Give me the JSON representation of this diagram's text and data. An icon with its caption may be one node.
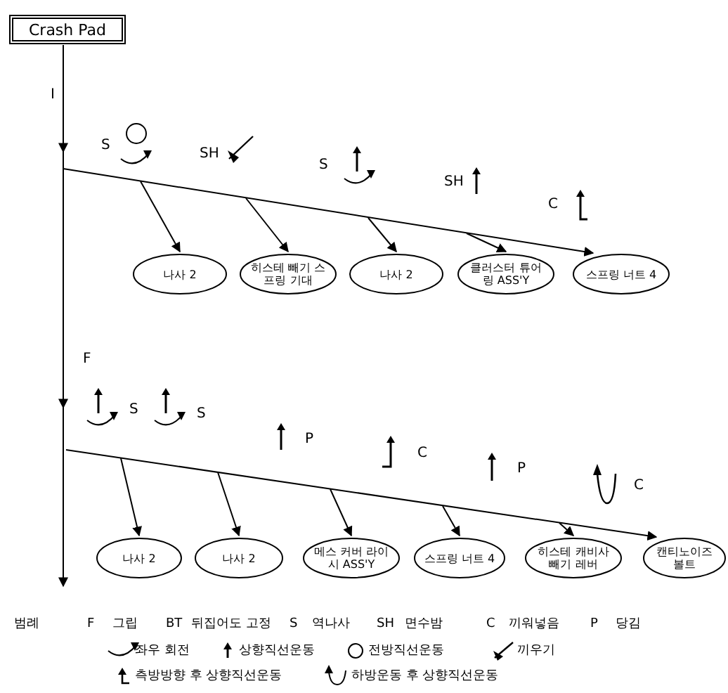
{
  "diagram": {
    "nodes": [
      {
        "text": [
          "Crash Pad"
        ]
      },
      {
        "text": [
          "나사 2"
        ]
      },
      {
        "text": [
          "히스테 빼기 스프링 기대"
        ]
      },
      {
        "text": [
          "나사 2"
        ]
      },
      {
        "text": [
          "클러스터 튜어링 ASS'Y"
        ]
      },
      {
        "text": [
          "스프링 너트 4"
        ]
      },
      {
        "text": [
          "나사 2"
        ]
      },
      {
        "text": [
          "나사 2"
        ]
      },
      {
        "text": [
          "메스 커버 라이시 ASS'Y"
        ]
      },
      {
        "text": [
          "스프링 너트 4"
        ]
      },
      {
        "text": [
          "히스테 캐비사 빼기 레버"
        ]
      },
      {
        "text": [
          "캔티노이즈 볼트"
        ]
      }
    ],
    "edges": [
      {
        "from": 0,
        "to": null,
        "arrow": "to"
      },
      {
        "from": null,
        "to": 1,
        "arrow": "to"
      },
      {
        "from": null,
        "to": 2,
        "arrow": "to"
      },
      {
        "from": null,
        "to": 3,
        "arrow": "to"
      },
      {
        "from": null,
        "to": 4,
        "arrow": "to"
      },
      {
        "from": null,
        "to": 5,
        "arrow": "to"
      },
      {
        "from": null,
        "to": 6,
        "arrow": "to"
      },
      {
        "from": null,
        "to": 7,
        "arrow": "to"
      },
      {
        "from": null,
        "to": 8,
        "arrow": "to"
      },
      {
        "from": null,
        "to": 9,
        "arrow": "to"
      },
      {
        "from": null,
        "to": 10,
        "arrow": "to"
      },
      {
        "from": null,
        "to": 11,
        "arrow": "to"
      }
    ],
    "labels": [
      "I",
      "S",
      "SH",
      "S",
      "SH",
      "C",
      "F",
      "S",
      "S",
      "P",
      "C",
      "P",
      "C",
      "범례",
      "F",
      "그립",
      "BT",
      "뒤집어도 고정",
      "S",
      "역나사",
      "SH",
      "면수밤",
      "C",
      "끼워넣음",
      "P",
      "당김"
    ],
    "legend": [
      {
        "text": "좌우 회전"
      },
      {
        "text": "상향직선운동"
      },
      {
        "text": "전방직선운동"
      },
      {
        "text": "끼우기"
      },
      {
        "text": "측방방향 후 상향직선운동"
      },
      {
        "text": "하방운동 후 상향직선운동"
      }
    ]
  }
}
